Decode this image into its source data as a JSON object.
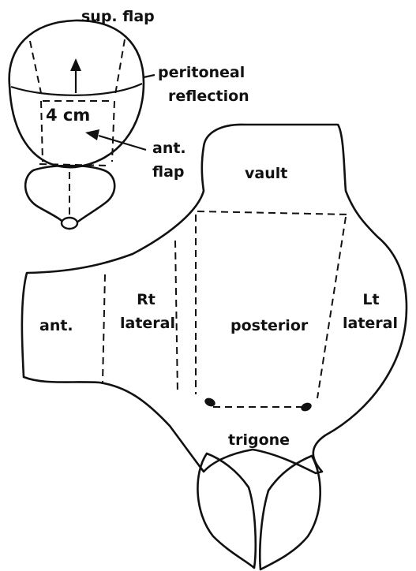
{
  "inset": {
    "sup_flap": "sup. flap",
    "peritoneal_line1": "peritoneal",
    "peritoneal_line2": "reflection",
    "measure": "4 cm",
    "ant_flap_line1": "ant.",
    "ant_flap_line2": "flap"
  },
  "main": {
    "vault": "vault",
    "ant": "ant.",
    "rt_line1": "Rt",
    "rt_line2": "lateral",
    "posterior": "posterior",
    "lt_line1": "Lt",
    "lt_line2": "lateral",
    "trigone": "trigone"
  }
}
